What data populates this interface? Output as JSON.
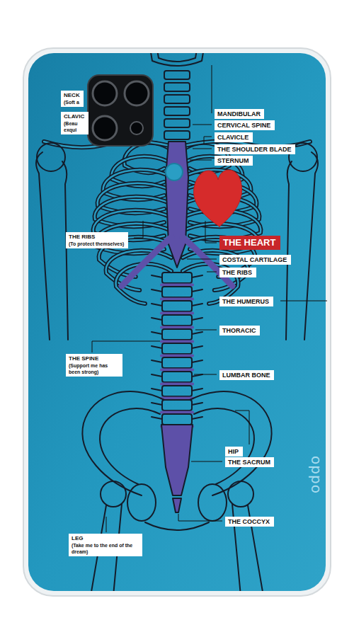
{
  "diagram": {
    "nodes": [
      {
        "text": [
          "NECK",
          "(Soft a"
        ]
      },
      {
        "text": [
          "CLAVIC",
          "(Beau",
          "exqui"
        ]
      },
      {
        "text": [
          "MANDIBULAR"
        ]
      },
      {
        "text": [
          "CERVICAL SPINE"
        ]
      },
      {
        "text": [
          "CLAVICLE"
        ]
      },
      {
        "text": [
          "THE SHOULDER BLADE"
        ]
      },
      {
        "text": [
          "STERNUM"
        ]
      },
      {
        "text": [
          "THE RIBS",
          "(To protect themselves)"
        ]
      },
      {
        "text": [
          "THE HEART"
        ]
      },
      {
        "text": [
          "COSTAL CARTILAGE"
        ]
      },
      {
        "text": [
          "THE RIBS"
        ]
      },
      {
        "text": [
          "THE HUMERUS"
        ]
      },
      {
        "text": [
          "THORACIC"
        ]
      },
      {
        "text": [
          "THE SPINE",
          "(Support me has been strong)"
        ]
      },
      {
        "text": [
          "LUMBAR BONE"
        ]
      },
      {
        "text": [
          "HIP"
        ]
      },
      {
        "text": [
          "THE SACRUM"
        ]
      },
      {
        "text": [
          "THE COCCYX"
        ]
      },
      {
        "text": [
          "LEG",
          "(Take me to the end of the dream)"
        ]
      }
    ],
    "labels": [
      "oppo"
    ]
  }
}
